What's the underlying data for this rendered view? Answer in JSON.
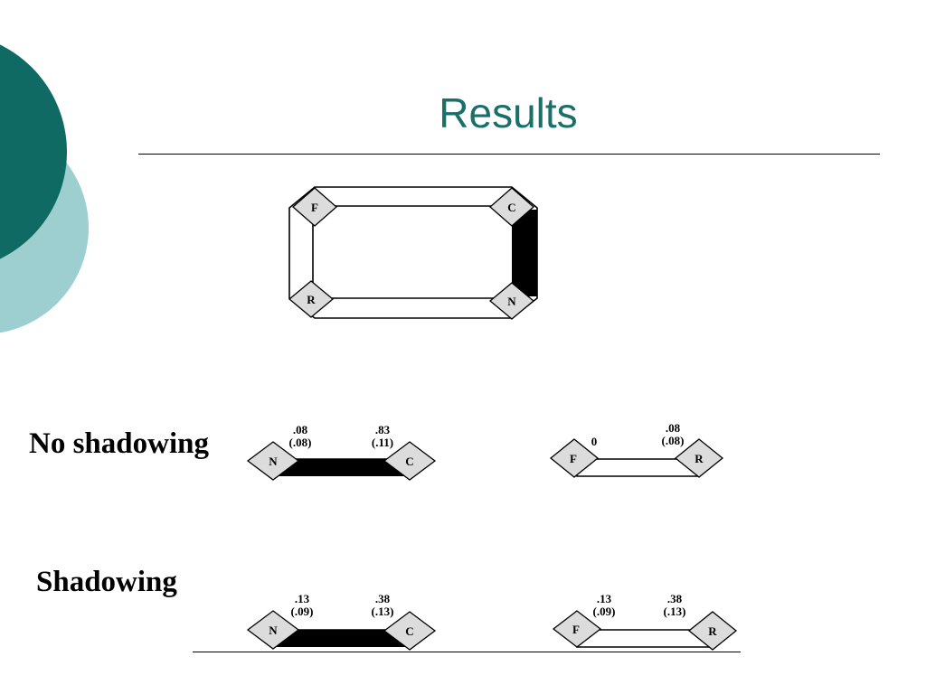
{
  "title": "Results",
  "colors": {
    "teal_dark": "#0f6a64",
    "teal_light": "#9ecfd0",
    "title": "#1b6f6a"
  },
  "top_diagram": {
    "nodes": {
      "top_left": "F",
      "top_right": "C",
      "bottom_left": "R",
      "bottom_right": "N"
    }
  },
  "rows": [
    {
      "label": "No shadowing",
      "pairs": [
        {
          "left_node": "N",
          "right_node": "C",
          "left_value": ".08",
          "left_paren": "(.08)",
          "right_value": ".83",
          "right_paren": "(.11)",
          "filled": true
        },
        {
          "left_node": "F",
          "right_node": "R",
          "left_value": "0",
          "left_paren": "",
          "right_value": ".08",
          "right_paren": "(.08)",
          "filled": false
        }
      ]
    },
    {
      "label": "Shadowing",
      "pairs": [
        {
          "left_node": "N",
          "right_node": "C",
          "left_value": ".13",
          "left_paren": "(.09)",
          "right_value": ".38",
          "right_paren": "(.13)",
          "filled": true
        },
        {
          "left_node": "F",
          "right_node": "R",
          "left_value": ".13",
          "left_paren": "(.09)",
          "right_value": ".38",
          "right_paren": "(.13)",
          "filled": false
        }
      ]
    }
  ]
}
